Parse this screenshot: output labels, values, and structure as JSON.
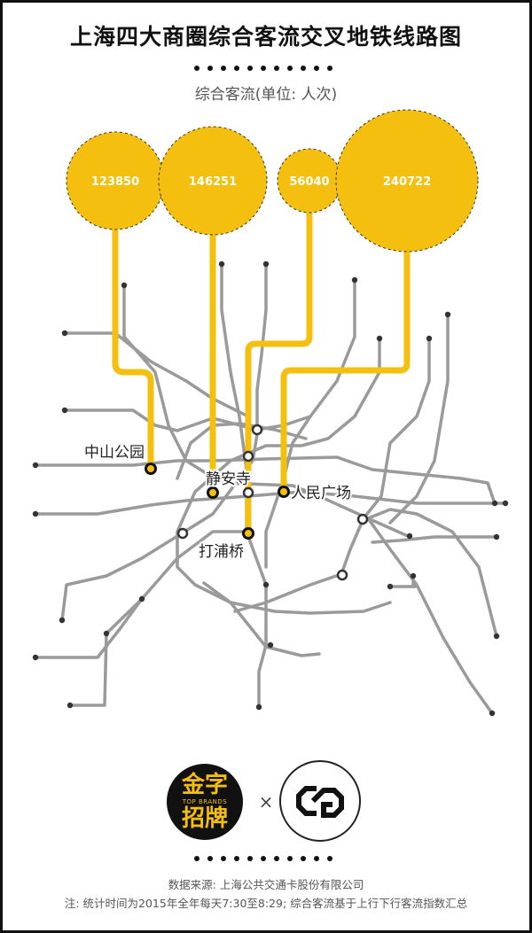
{
  "title": "上海四大商圈综合客流交叉地铁线路图",
  "subtitle": "综合客流(单位: 人次)",
  "colors": {
    "accent": "#f5bf0f",
    "line": "#9a9a9a",
    "dark": "#111111"
  },
  "chart_data": {
    "type": "bubble-map",
    "bubbles": [
      {
        "value": "123850",
        "station": "中山公园"
      },
      {
        "value": "146251",
        "station": "静安寺"
      },
      {
        "value": "56040",
        "station": "打浦桥"
      },
      {
        "value": "240722",
        "station": "人民广场"
      }
    ]
  },
  "stations": {
    "zhongshan": "中山公园",
    "jingan": "静安寺",
    "renmin": "人民广场",
    "dapu": "打浦桥"
  },
  "logo": {
    "brand_line1": "金字",
    "brand_line2": "招牌",
    "brand_small": "TOP BRANDS",
    "cross": "×"
  },
  "footer": {
    "source": "数据来源: 上海公共交通卡股份有限公司",
    "note": "注: 统计时间为2015年全年每天7:30至8:29; 综合客流基于上行下行客流指数汇总"
  }
}
